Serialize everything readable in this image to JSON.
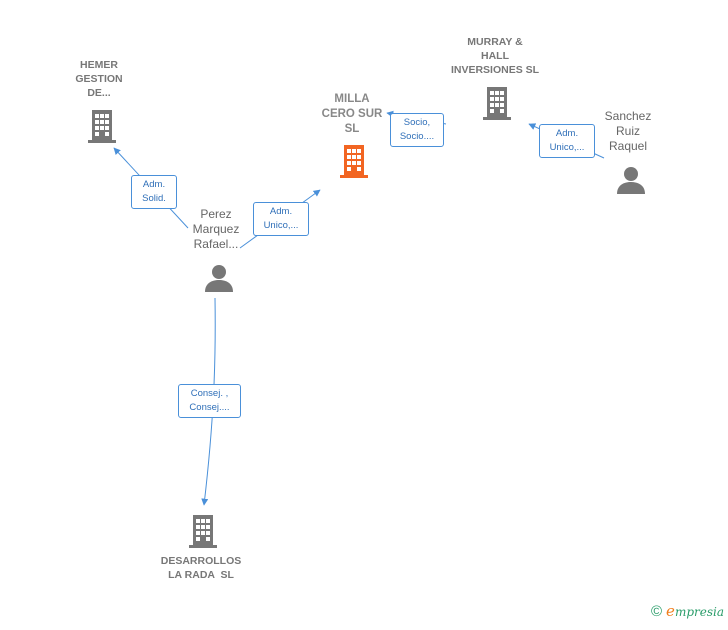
{
  "nodes": {
    "hemer": {
      "lines": [
        "HEMER",
        "GESTION",
        "DE..."
      ]
    },
    "milla": {
      "lines": [
        "MILLA",
        "CERO SUR",
        "SL"
      ]
    },
    "murray": {
      "lines": [
        "MURRAY &",
        "HALL",
        "INVERSIONES SL"
      ]
    },
    "sanchez": {
      "lines": [
        "Sanchez",
        "Ruiz",
        "Raquel"
      ]
    },
    "perez": {
      "lines": [
        "Perez",
        "Marquez",
        "Rafael..."
      ]
    },
    "desarrollos": {
      "lines": [
        "DESARROLLOS",
        "LA RADA  SL"
      ]
    }
  },
  "edges": {
    "socio": [
      "Socio,",
      "Socio...."
    ],
    "adm_unico_sanchez": [
      "Adm.",
      "Unico,..."
    ],
    "adm_solid": [
      "Adm.",
      "Solid."
    ],
    "adm_unico_perez": [
      "Adm.",
      "Unico,..."
    ],
    "consej": [
      "Consej. ,",
      "Consej...."
    ]
  },
  "footer": {
    "copyright": "©",
    "brand_initial": "e",
    "brand_rest": "mpresia"
  },
  "colors": {
    "edge": "#4a90d9",
    "center_building": "#f26522",
    "building": "#777777",
    "person": "#777777"
  }
}
